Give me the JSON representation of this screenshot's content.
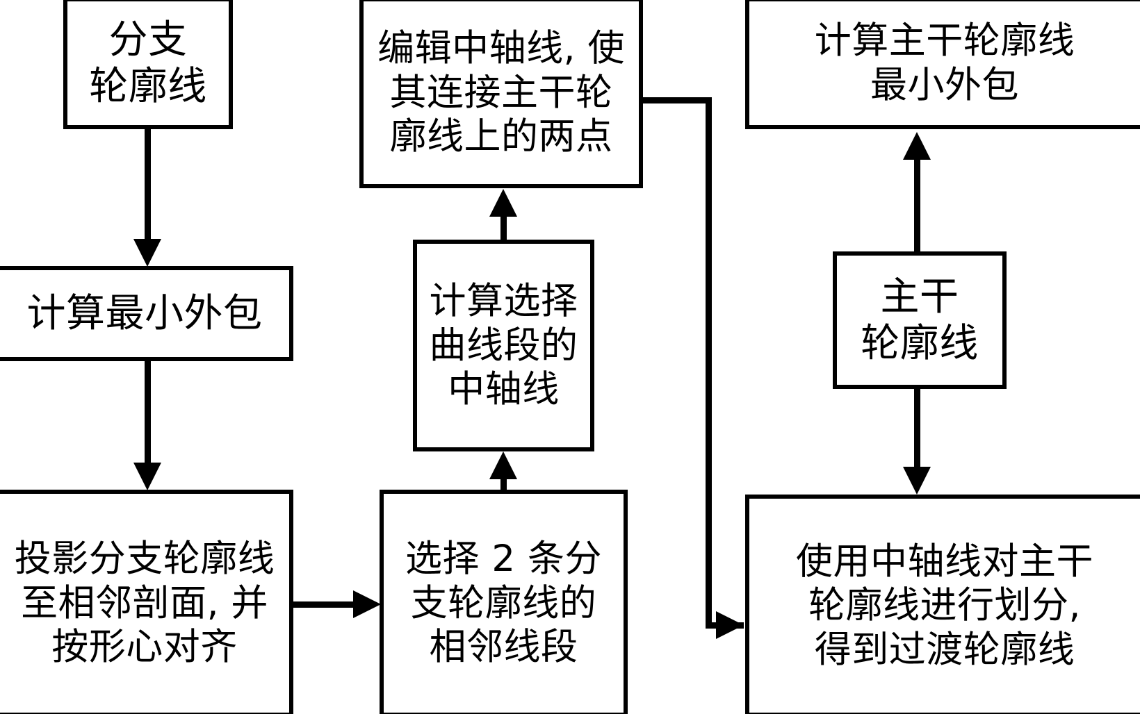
{
  "diagram": {
    "type": "flowchart",
    "title": "",
    "language": "zh-CN",
    "colors": {
      "background": "#ffffff",
      "stroke": "#000000",
      "text": "#000000"
    },
    "nodes": [
      {
        "id": "branch-contour",
        "label": "分支\n轮廓线",
        "column": "left",
        "row": 1
      },
      {
        "id": "compute-min-envelope",
        "label": "计算最小外包",
        "column": "left",
        "row": 2
      },
      {
        "id": "project-branch-contour",
        "label": "投影分支轮廓线\n至相邻剖面, 并\n按形心对齐",
        "column": "left",
        "row": 3
      },
      {
        "id": "edit-medial-axis",
        "label": "编辑中轴线, 使\n其连接主干轮\n廓线上的两点",
        "column": "middle",
        "row": 1
      },
      {
        "id": "compute-medial-axis",
        "label": "计算选择\n曲线段的\n中轴线",
        "column": "middle",
        "row": 2
      },
      {
        "id": "select-two-segments",
        "label": "选择 2 条分\n支轮廓线的\n相邻线段",
        "column": "middle",
        "row": 3
      },
      {
        "id": "compute-trunk-envelope",
        "label": "计算主干轮廓线\n最小外包",
        "column": "right",
        "row": 1
      },
      {
        "id": "trunk-contour",
        "label": "主干\n轮廓线",
        "column": "right",
        "row": 2
      },
      {
        "id": "split-trunk-contour",
        "label": "使用中轴线对主干\n轮廓线进行划分,\n得到过渡轮廓线",
        "column": "right",
        "row": 3
      }
    ],
    "edges": [
      {
        "id": "e1",
        "from": "branch-contour",
        "to": "compute-min-envelope",
        "direction": "down"
      },
      {
        "id": "e2",
        "from": "compute-min-envelope",
        "to": "project-branch-contour",
        "direction": "down"
      },
      {
        "id": "e3",
        "from": "project-branch-contour",
        "to": "select-two-segments",
        "direction": "right"
      },
      {
        "id": "e4",
        "from": "select-two-segments",
        "to": "compute-medial-axis",
        "direction": "up"
      },
      {
        "id": "e5",
        "from": "compute-medial-axis",
        "to": "edit-medial-axis",
        "direction": "up"
      },
      {
        "id": "e6",
        "from": "edit-medial-axis",
        "to": "split-trunk-contour",
        "direction": "right-elbow"
      },
      {
        "id": "e7",
        "from": "trunk-contour",
        "to": "compute-trunk-envelope",
        "direction": "up"
      },
      {
        "id": "e8",
        "from": "trunk-contour",
        "to": "split-trunk-contour",
        "direction": "down"
      }
    ]
  }
}
